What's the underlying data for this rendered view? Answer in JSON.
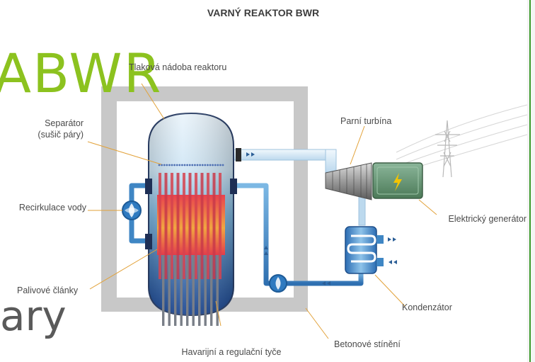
{
  "title": "VARNÝ REAKTOR BWR",
  "slide_heading": "ABWR",
  "slide_text_fragment": "ary",
  "labels": {
    "vessel": "Tlaková nádoba reaktoru",
    "separator_1": "Separátor",
    "separator_2": "(sušič páry)",
    "recirculation": "Recirkulace vody",
    "fuel": "Palivové články",
    "rods": "Havarijní a regulační tyče",
    "turbine": "Parní turbína",
    "generator": "Elektrický generátor",
    "condenser": "Kondenzátor",
    "shield": "Betonové stínění"
  },
  "colors": {
    "accent_green": "#8cc21f",
    "concrete": "#c8c8c8",
    "pipe": "#3f86c4",
    "generator": "#5f8f6a",
    "right_border": "#3a9a2a"
  }
}
